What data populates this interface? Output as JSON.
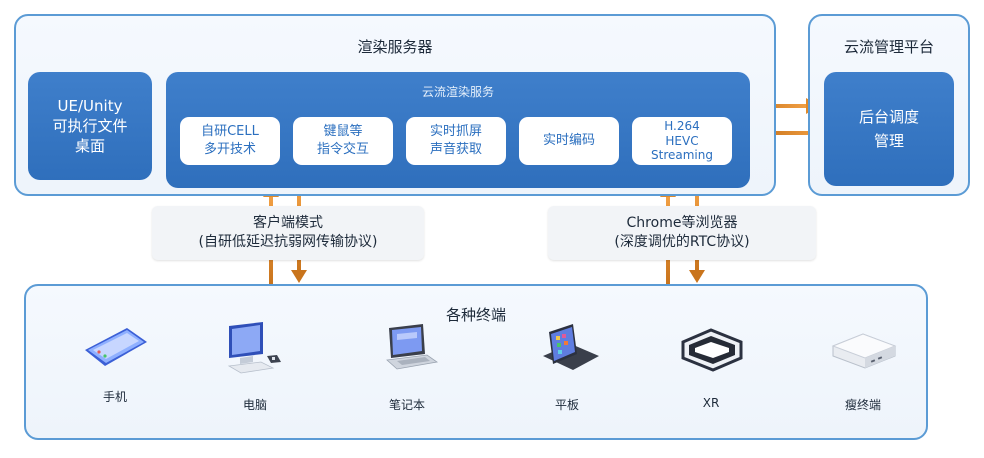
{
  "render_server": {
    "title": "渲染服务器",
    "ue_box": [
      "UE/Unity",
      "可执行文件",
      "桌面"
    ],
    "cloud_service": {
      "title": "云流渲染服务",
      "chips": [
        [
          "自研CELL",
          "多开技术"
        ],
        [
          "键鼠等",
          "指令交互"
        ],
        [
          "实时抓屏",
          "声音获取"
        ],
        [
          "实时编码"
        ],
        [
          "H.264",
          "HEVC",
          "Streaming"
        ]
      ]
    }
  },
  "mgmt_platform": {
    "title": "云流管理平台",
    "box": [
      "后台调度",
      "管理"
    ]
  },
  "modes": {
    "client": {
      "line1": "客户端模式",
      "line2": "(自研低延迟抗弱网传输协议)"
    },
    "browser": {
      "line1": "Chrome等浏览器",
      "line2": "(深度调优的RTC协议)"
    }
  },
  "terminals": {
    "title": "各种终端",
    "devices": [
      {
        "label": "手机",
        "icon": "phone-icon"
      },
      {
        "label": "电脑",
        "icon": "desktop-computer-icon"
      },
      {
        "label": "笔记本",
        "icon": "laptop-icon"
      },
      {
        "label": "平板",
        "icon": "tablet-icon"
      },
      {
        "label": "XR",
        "icon": "vr-headset-icon"
      },
      {
        "label": "瘦终端",
        "icon": "thin-client-icon"
      }
    ]
  },
  "colors": {
    "panel_border": "#5b9bd5",
    "box_blue": "#3476c4",
    "arrow_orange": "#e08a2a"
  }
}
